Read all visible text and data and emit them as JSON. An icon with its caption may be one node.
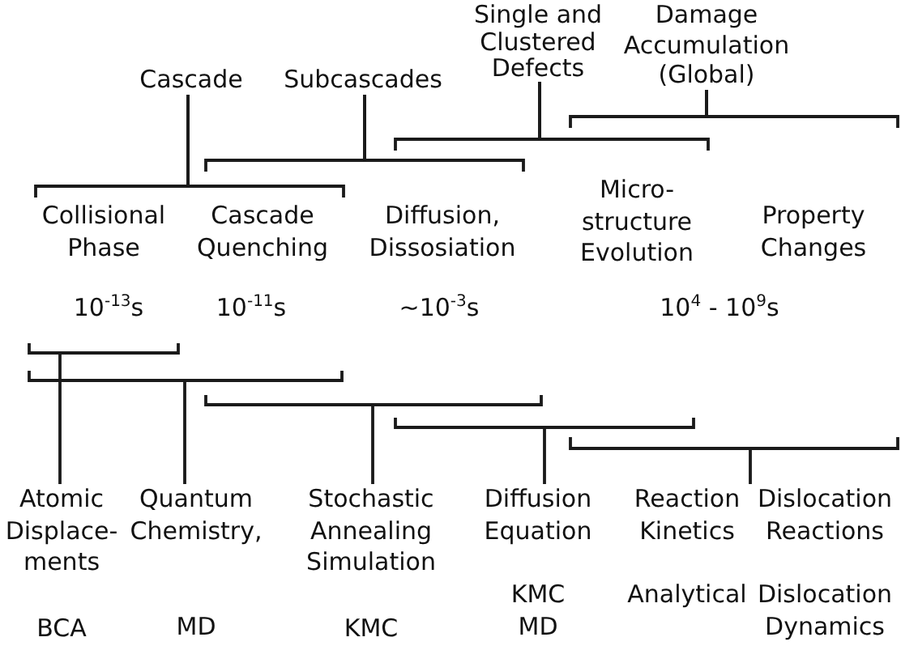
{
  "diagram": {
    "nodes": [
      {
        "text": [
          "Cascade"
        ]
      },
      {
        "text": [
          "Subcascades"
        ]
      },
      {
        "text": [
          "Single and Clustered Defects"
        ]
      },
      {
        "text": [
          "Damage Accumulation (Global)"
        ]
      },
      {
        "text": [
          "Collisional Phase"
        ]
      },
      {
        "text": [
          "Cascade Quenching"
        ]
      },
      {
        "text": [
          "Diffusion, Dissosiation"
        ]
      },
      {
        "text": [
          "Micro- structure Evolution"
        ]
      },
      {
        "text": [
          "Property Changes"
        ]
      },
      {
        "text": [
          "Atomic Displace- ments",
          "BCA"
        ]
      },
      {
        "text": [
          "Quantum Chemistry,",
          "MD"
        ]
      },
      {
        "text": [
          "Stochastic Annealing Simulation",
          "KMC"
        ]
      },
      {
        "text": [
          "Diffusion Equation",
          "KMC MD"
        ]
      },
      {
        "text": [
          "Reaction Kinetics",
          "Analytical"
        ]
      },
      {
        "text": [
          "Dislocation Reactions",
          "Dislocation Dynamics"
        ]
      }
    ],
    "edges": [
      {
        "from": 0,
        "to": 4,
        "arrow": "none"
      },
      {
        "from": 0,
        "to": 5,
        "arrow": "none"
      },
      {
        "from": 1,
        "to": 5,
        "arrow": "none"
      },
      {
        "from": 1,
        "to": 6,
        "arrow": "none"
      },
      {
        "from": 2,
        "to": 6,
        "arrow": "none"
      },
      {
        "from": 2,
        "to": 7,
        "arrow": "none"
      },
      {
        "from": 3,
        "to": 7,
        "arrow": "none"
      },
      {
        "from": 3,
        "to": 8,
        "arrow": "none"
      },
      {
        "from": 9,
        "to": null,
        "arrow": "none"
      },
      {
        "from": 10,
        "to": null,
        "arrow": "none"
      },
      {
        "from": 11,
        "to": null,
        "arrow": "none"
      },
      {
        "from": 12,
        "to": null,
        "arrow": "none"
      },
      {
        "from": 13,
        "to": null,
        "arrow": "none"
      },
      {
        "from": 14,
        "to": null,
        "arrow": "none"
      }
    ],
    "labels": [
      "10$^{-13}$s",
      "10$^{-11}$s",
      "~10$^{-3}$s",
      "10$^{4}$ - 10$^{9}$s"
    ]
  }
}
